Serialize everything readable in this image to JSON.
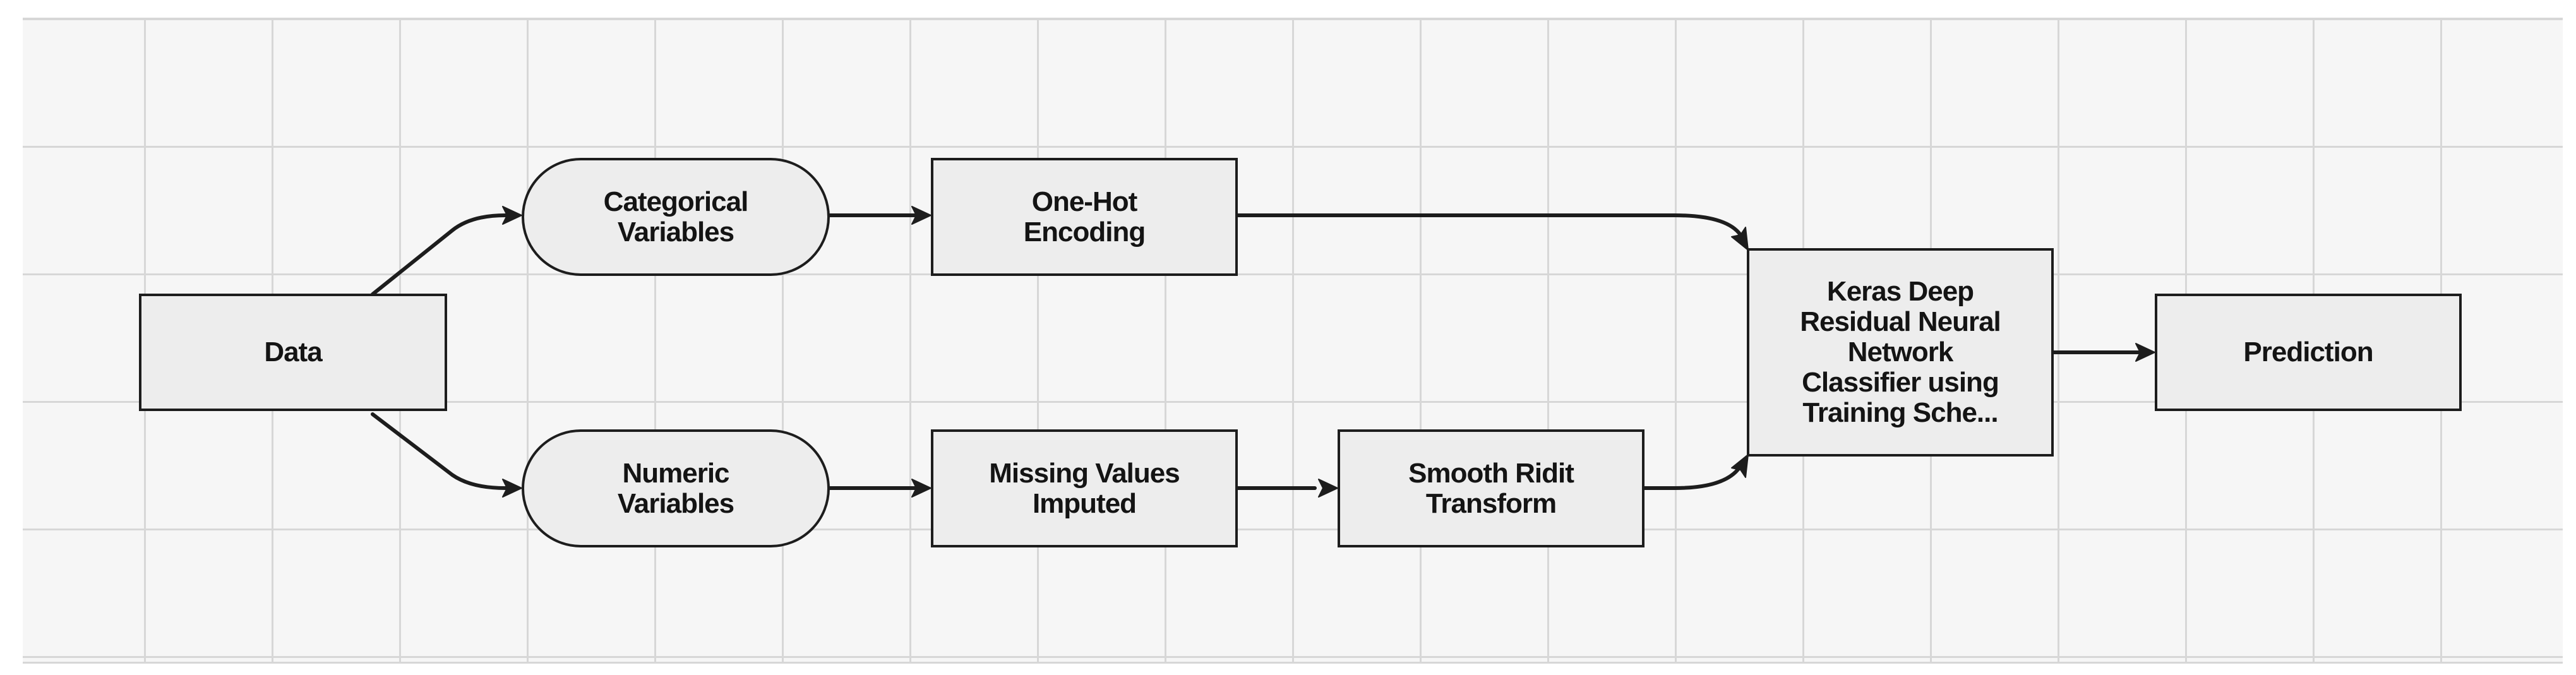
{
  "diagram": {
    "nodes": {
      "data": "Data",
      "categorical": "Categorical\nVariables",
      "numeric": "Numeric\nVariables",
      "one_hot": "One-Hot\nEncoding",
      "missing": "Missing Values\nImputed",
      "ridit": "Smooth Ridit\nTransform",
      "keras": "Keras Deep\nResidual Neural\nNetwork\nClassifier using\nTraining Sche...",
      "prediction": "Prediction"
    },
    "edges": [
      {
        "from": "Data",
        "to": "Categorical Variables"
      },
      {
        "from": "Data",
        "to": "Numeric Variables"
      },
      {
        "from": "Categorical Variables",
        "to": "One-Hot Encoding"
      },
      {
        "from": "Numeric Variables",
        "to": "Missing Values Imputed"
      },
      {
        "from": "Missing Values Imputed",
        "to": "Smooth Ridit Transform"
      },
      {
        "from": "One-Hot Encoding",
        "to": "Keras Deep Residual Neural Network Classifier using Training Sche..."
      },
      {
        "from": "Smooth Ridit Transform",
        "to": "Keras Deep Residual Neural Network Classifier using Training Sche..."
      },
      {
        "from": "Keras Deep Residual Neural Network Classifier using Training Sche...",
        "to": "Prediction"
      }
    ],
    "colors": {
      "node_fill": "#ededed",
      "node_border": "#1d1d1d",
      "grid_line": "#d7d7d7",
      "background": "#f6f6f6"
    }
  }
}
